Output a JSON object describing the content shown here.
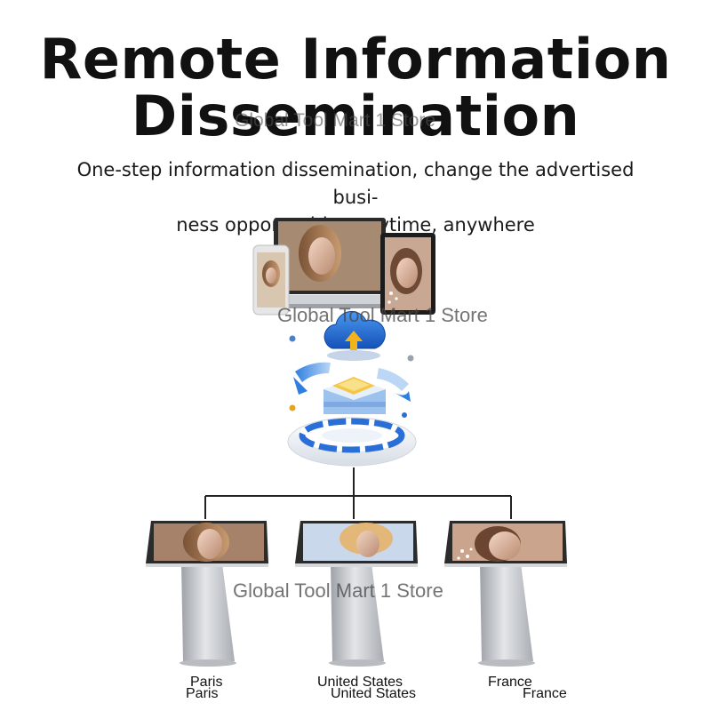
{
  "heading": {
    "line1": "Remote Information",
    "line2": "Dissemination",
    "subtitle_line1": "One-step information dissemination, change the advertised busi-",
    "subtitle_line2": "ness opportunities anytime, anywhere"
  },
  "watermark": {
    "top": "Global Tool Mart 1 Store",
    "middle": "Global Tool Mart 1 Store",
    "bottom": "Global Tool Mart 1 Store"
  },
  "kiosks": [
    {
      "location": "Paris"
    },
    {
      "location": "United States"
    },
    {
      "location": "France"
    }
  ],
  "colors": {
    "cloud_blue": "#1f6fd6",
    "upload_arrow": "#f2b41c",
    "connector_line": "#222222",
    "stand_silver": "#c9ccd1"
  },
  "icons": {
    "upload": "cloud-upload-icon"
  }
}
